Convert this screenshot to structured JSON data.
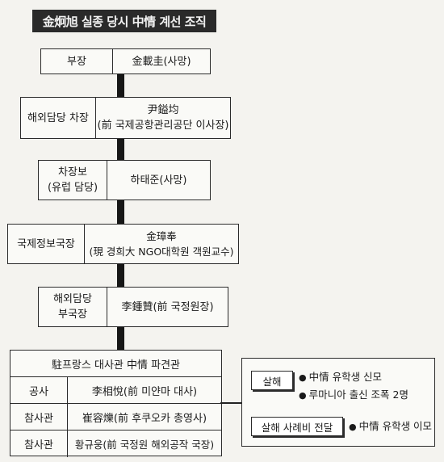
{
  "title": "金炯旭 실종 당시 中情 계선 조직",
  "chain": [
    {
      "label_lines": [
        "부장"
      ],
      "name_lines": [
        "金載圭(사망)"
      ]
    },
    {
      "label_lines": [
        "해외담당 차장"
      ],
      "name_lines": [
        "尹鎰均",
        "(前 국제공항관리공단 이사장)"
      ]
    },
    {
      "label_lines": [
        "차장보",
        "(유럽 담당)"
      ],
      "name_lines": [
        "하태준(사망)"
      ]
    },
    {
      "label_lines": [
        "국제정보국장"
      ],
      "name_lines": [
        "金璋奉",
        "(現 경희大 NGO대학원 객원교수)"
      ]
    },
    {
      "label_lines": [
        "해외담당",
        "부국장"
      ],
      "name_lines": [
        "李鍾贊(前 국정원장)"
      ]
    }
  ],
  "paris": {
    "header": "駐프랑스 대사관 中情 파견관",
    "rows": [
      {
        "role": "공사",
        "name": "李相悅(前 미얀마 대사)"
      },
      {
        "role": "참사관",
        "name": "崔容爍(前 후쿠오카 총영사)"
      },
      {
        "role": "참사관",
        "name": "황규웅(前 국정원 해외공작 국장)"
      }
    ]
  },
  "murder": {
    "label": "살해",
    "items": [
      "中情 유학생 신모",
      "루마니아 출신 조폭 2명"
    ]
  },
  "payment": {
    "label": "살해 사례비 전달",
    "items": [
      "中情 유학생 이모"
    ]
  }
}
